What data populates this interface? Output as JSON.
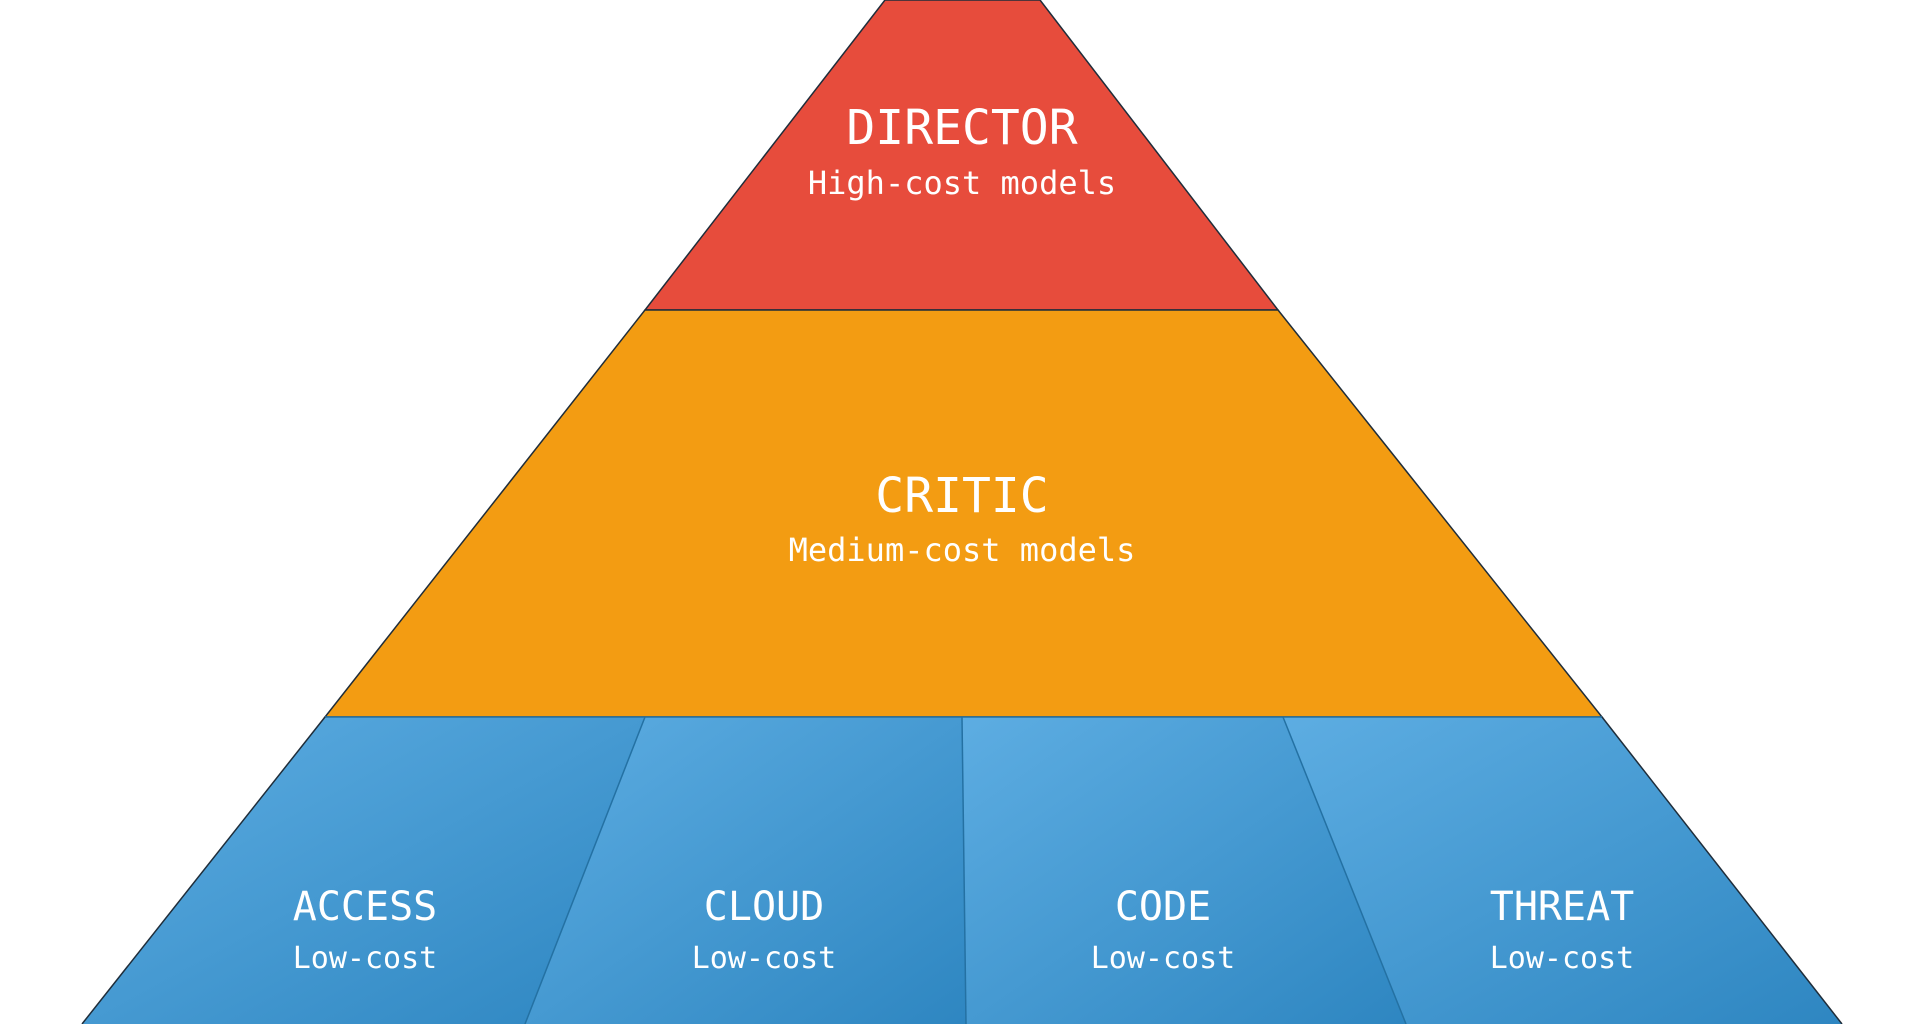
{
  "tiers": {
    "top": {
      "title": "DIRECTOR",
      "subtitle": "High-cost models",
      "color": "#E74C3C"
    },
    "middle": {
      "title": "CRITIC",
      "subtitle": "Medium-cost models",
      "color": "#F39C12"
    },
    "bottom": {
      "color_light": "#5DADE2",
      "color_dark": "#2E86C1",
      "divider_color": "#2471A3",
      "segments": [
        {
          "title": "ACCESS",
          "subtitle": "Low-cost"
        },
        {
          "title": "CLOUD",
          "subtitle": "Low-cost"
        },
        {
          "title": "CODE",
          "subtitle": "Low-cost"
        },
        {
          "title": "THREAT",
          "subtitle": "Low-cost"
        }
      ]
    }
  }
}
